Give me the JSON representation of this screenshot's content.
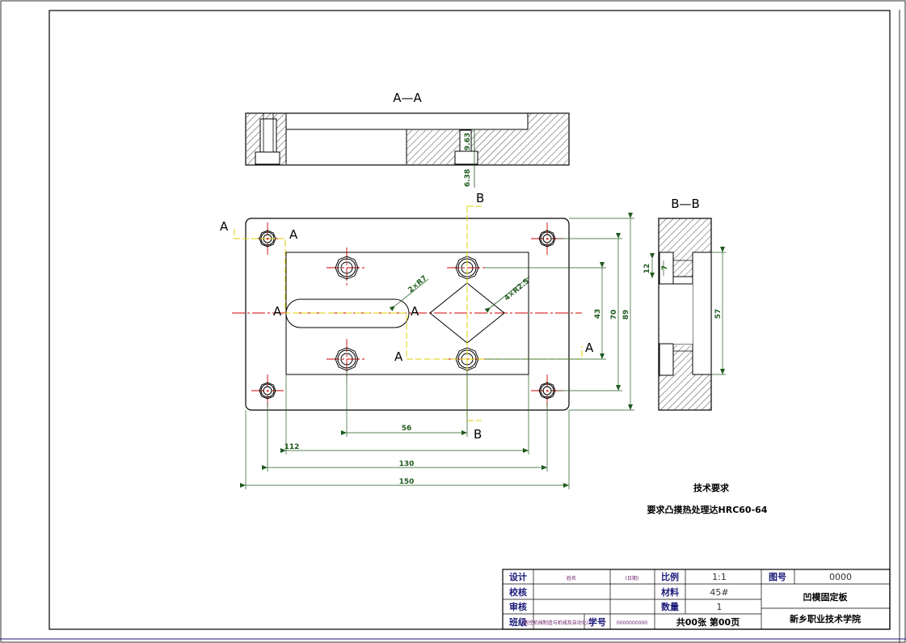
{
  "views": {
    "section_aa_title": "A—A",
    "section_bb_title": "B—B",
    "cut_label_a": "A",
    "cut_label_b": "B"
  },
  "dimensions": {
    "d_963": "9.63",
    "d_638": "6.38",
    "slot": "2×R7",
    "corner": "4×R2.5",
    "d_43": "43",
    "d_70": "70",
    "d_89": "89",
    "d_56": "56",
    "d_112": "112",
    "d_130": "130",
    "d_150": "150",
    "bb_12": "12",
    "bb_7": "7",
    "bb_57": "57"
  },
  "notes": {
    "tech_title": "技术要求",
    "tech_req": "要求凸摸热处理达HRC60-64"
  },
  "title_block": {
    "design_label": "设计",
    "design_name": "姓名",
    "date": "(日期)",
    "check_label": "校核",
    "review_label": "审核",
    "class_label": "班级",
    "class_value": "数控机械制造与机械及自动化(3)",
    "student_no_label": "学号",
    "student_no": "0000000000",
    "scale_label": "比例",
    "scale_value": "1:1",
    "material_label": "材料",
    "material_value": "45#",
    "qty_label": "数量",
    "qty_value": "1",
    "sheets": "共00张  第00页",
    "drawing_no_label": "图号",
    "drawing_no": "0000",
    "part_name": "凹模固定板",
    "school": "新乡职业技术学院"
  },
  "colors": {
    "outline": "#000000",
    "centerline": "#d00000",
    "dimension": "#1f5a1f",
    "section_line": "#e0d000"
  }
}
